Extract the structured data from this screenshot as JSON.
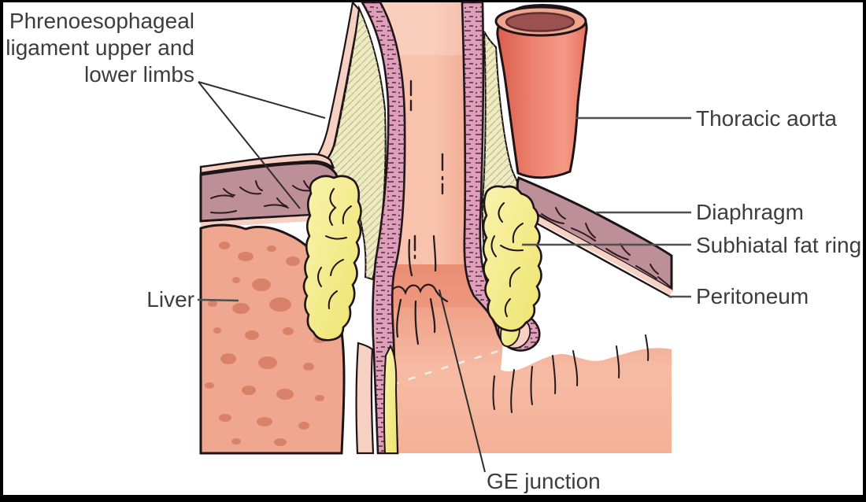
{
  "figure": {
    "labels": {
      "phrenoesophageal": "Phrenoesophageal\nligament upper and\nlower limbs",
      "thoracic_aorta": "Thoracic aorta",
      "diaphragm": "Diaphragm",
      "subhiatal_fat_ring": "Subhiatal fat ring",
      "peritoneum": "Peritoneum",
      "liver": "Liver",
      "ge_junction": "GE junction"
    },
    "colors": {
      "outline": "#1e1418",
      "label_text": "#3d3d3d",
      "leader": "#4f4f4f",
      "pointer": "#2e2e2e",
      "interior": "#f4ab92",
      "interior_light": "#f8c2ac",
      "stomach_top_shade": "#e98c72",
      "muscle": "#df9fba",
      "fascia": "#f6d0c3",
      "cream_ligament": "#eeebc2",
      "ligament_hatch": "#b9b685",
      "fat": "#f3e97e",
      "fat_light": "#f9f3ad",
      "diaphragm_mauve": "#bd8f98",
      "liver": "#efa78f",
      "liver_spot": "#d9816a",
      "aorta": "#ee7160",
      "aorta_rim": "#f0a58f",
      "aorta_lumen": "#9a5150",
      "cream_layer": "#f8dca8",
      "mauve_layer": "#c792a7",
      "background": "#ffffff",
      "border": "#000000"
    }
  }
}
